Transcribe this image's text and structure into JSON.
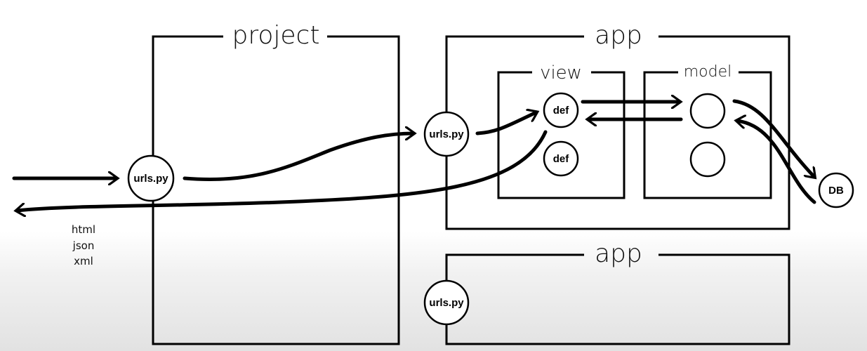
{
  "labels": {
    "project": "project",
    "app_top": "app",
    "view": "view",
    "model": "model",
    "app_bottom": "app"
  },
  "nodes": {
    "project_urls": "urls.py",
    "app_urls": "urls.py",
    "def_top": "def",
    "def_bottom": "def",
    "db": "DB",
    "app2_urls": "urls.py"
  },
  "response_formats": [
    "html",
    "json",
    "xml"
  ]
}
